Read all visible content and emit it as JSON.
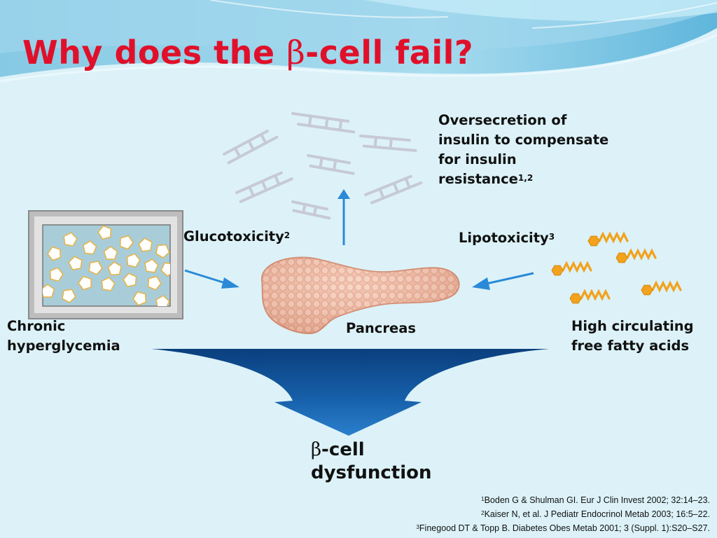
{
  "slide": {
    "title_prefix": "Why does the ",
    "title_beta": "β",
    "title_suffix": "-cell fail?",
    "colors": {
      "title": "#e0102a",
      "arrows": "#2a8ad8",
      "funnel": "#0e4f93",
      "fatty_head": "#f2a21c"
    }
  },
  "diagram": {
    "oversecretion": {
      "line1": "Oversecretion of",
      "line2": "insulin to compensate",
      "line3": "for insulin",
      "line4": "resistance",
      "ref": "1,2"
    },
    "glucotoxicity": {
      "text": "Glucotoxicity",
      "ref": "2"
    },
    "lipotoxicity": {
      "text": "Lipotoxicity",
      "ref": "3"
    },
    "chronic": {
      "line1": "Chronic",
      "line2": "hyperglycemia"
    },
    "pancreas": "Pancreas",
    "ffa": {
      "line1": "High circulating",
      "line2": "free fatty acids"
    },
    "dysfunction": {
      "beta": "β",
      "line1_suffix": "-cell",
      "line2": "dysfunction"
    }
  },
  "references": [
    {
      "num": "1",
      "text": "Boden G & Shulman GI. Eur J Clin Invest 2002; 32:14–23."
    },
    {
      "num": "2",
      "text": "Kaiser N, et al. J Pediatr Endocrinol Metab 2003; 16:5–22."
    },
    {
      "num": "3",
      "text": "Finegood DT & Topp B. Diabetes Obes Metab 2001; 3 (Suppl. 1):S20–S27."
    }
  ]
}
